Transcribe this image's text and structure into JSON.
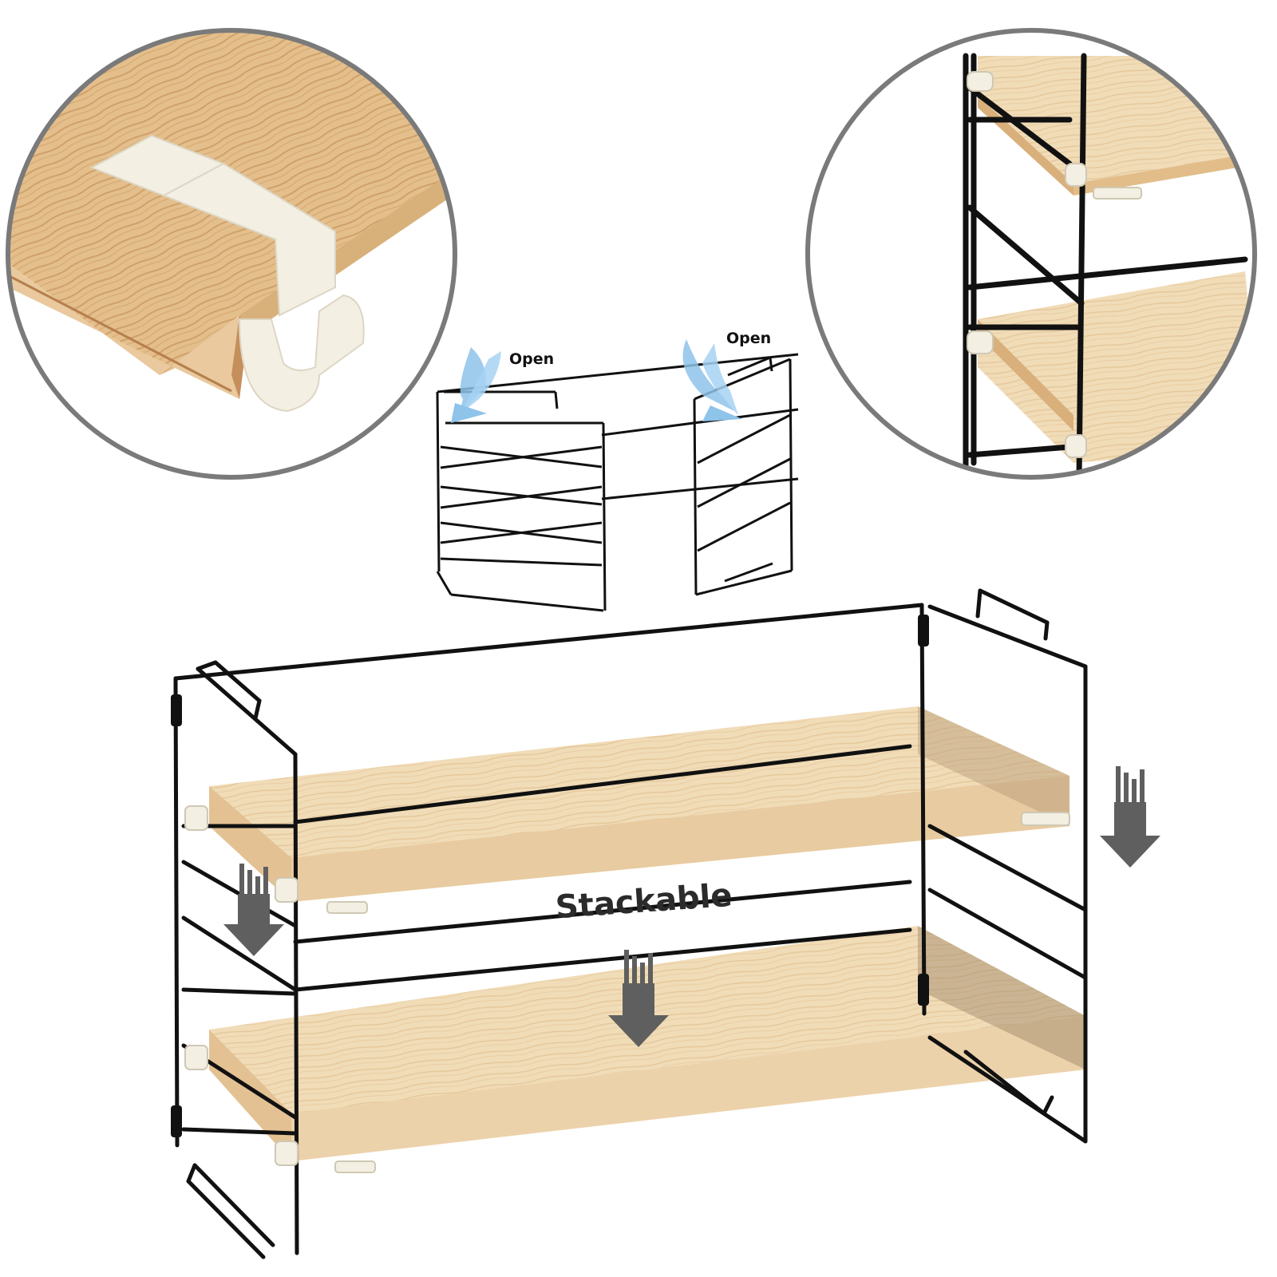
{
  "labels": {
    "open_left": "Open",
    "open_right": "Open",
    "stackable": "Stackable"
  },
  "colors": {
    "wire": "#111111",
    "wood_light": "#efd7b0",
    "wood_dark": "#d9b07c",
    "wood_edge": "#c48f5a",
    "plastic_clip": "#f3efe2",
    "arrow_blue": "#8ec3ea",
    "arrow_gray": "#5f5f5f",
    "circle_border": "#7a7a7a"
  },
  "icons": [
    "open-arrow-left-icon",
    "open-arrow-right-icon",
    "down-arrow-icon"
  ]
}
